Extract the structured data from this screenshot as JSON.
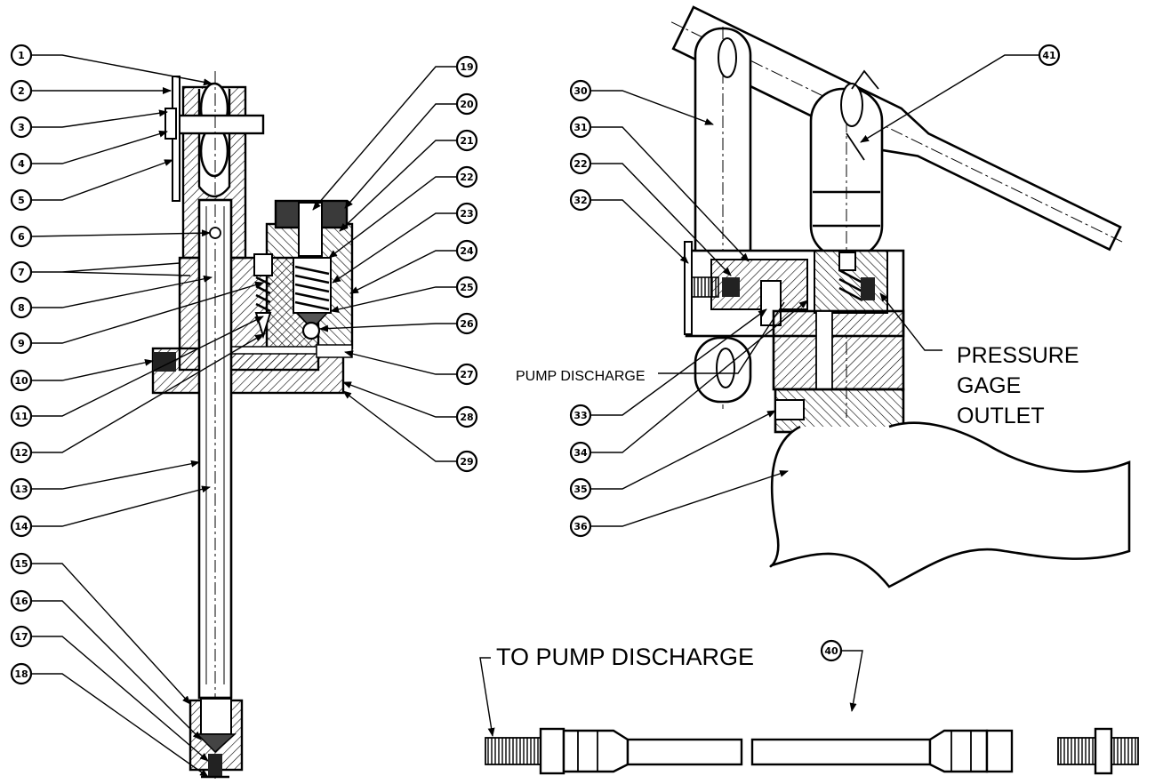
{
  "callouts": [
    "1",
    "2",
    "3",
    "4",
    "5",
    "6",
    "7",
    "8",
    "9",
    "10",
    "11",
    "12",
    "13",
    "14",
    "15",
    "16",
    "17",
    "18",
    "19",
    "20",
    "21",
    "22",
    "23",
    "24",
    "25",
    "26",
    "27",
    "28",
    "29",
    "30",
    "31",
    "22",
    "32",
    "33",
    "34",
    "35",
    "36",
    "40",
    "41"
  ],
  "labels": {
    "pump_discharge": "PUMP DISCHARGE",
    "pressure_line1": "PRESSURE",
    "pressure_line2": "GAGE",
    "pressure_line3": "OUTLET",
    "to_pump_discharge": "TO PUMP DISCHARGE"
  }
}
